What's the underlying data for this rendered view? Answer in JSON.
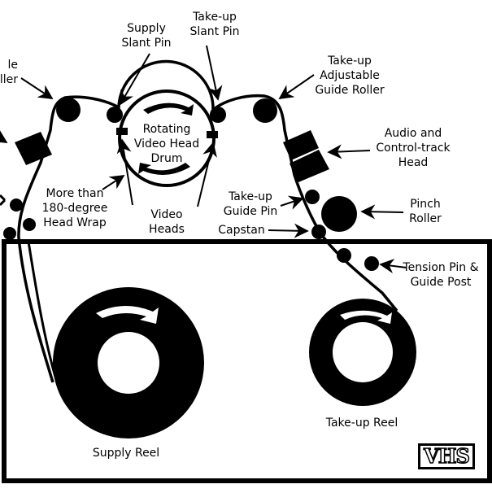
{
  "labels": {
    "left_roller_cut": "le\nller",
    "supply_slant_pin": "Supply\nSlant Pin",
    "takeup_slant_pin": "Take-up\nSlant Pin",
    "takeup_adjustable_guide_roller": "Take-up\nAdjustable\nGuide Roller",
    "rotating_drum": "Rotating\nVideo Head\nDrum",
    "audio_control_head": "Audio and\nControl-track\nHead",
    "head_wrap": "More than\n180-degree\nHead Wrap",
    "video_heads": "Video\nHeads",
    "takeup_guide_pin": "Take-up\nGuide Pin",
    "pinch_roller": "Pinch\nRoller",
    "capstan": "Capstan",
    "tension_pin": "Tension Pin &\nGuide Post",
    "supply_reel": "Supply Reel",
    "takeup_reel": "Take-up Reel"
  },
  "logo": {
    "text": "VHS"
  }
}
